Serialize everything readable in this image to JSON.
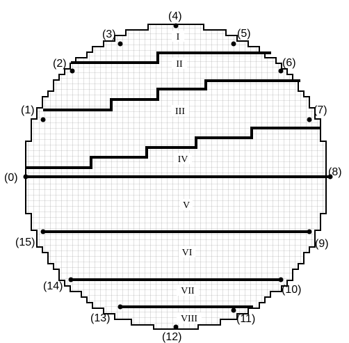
{
  "diagram": {
    "points": [
      {
        "id": "point-0",
        "label": "(0)"
      },
      {
        "id": "point-1",
        "label": "(1)"
      },
      {
        "id": "point-2",
        "label": "(2)"
      },
      {
        "id": "point-3",
        "label": "(3)"
      },
      {
        "id": "point-4",
        "label": "(4)"
      },
      {
        "id": "point-5",
        "label": "(5)"
      },
      {
        "id": "point-6",
        "label": "(6)"
      },
      {
        "id": "point-7",
        "label": "(7)"
      },
      {
        "id": "point-8",
        "label": "(8)"
      },
      {
        "id": "point-9",
        "label": "(9)"
      },
      {
        "id": "point-10",
        "label": "(10)"
      },
      {
        "id": "point-11",
        "label": "(11)"
      },
      {
        "id": "point-12",
        "label": "(12)"
      },
      {
        "id": "point-13",
        "label": "(13)"
      },
      {
        "id": "point-14",
        "label": "(14)"
      },
      {
        "id": "point-15",
        "label": "(15)"
      }
    ],
    "regions": [
      {
        "id": "region-1",
        "label": "I"
      },
      {
        "id": "region-2",
        "label": "II"
      },
      {
        "id": "region-3",
        "label": "III"
      },
      {
        "id": "region-4",
        "label": "IV"
      },
      {
        "id": "region-5",
        "label": "V"
      },
      {
        "id": "region-6",
        "label": "VI"
      },
      {
        "id": "region-7",
        "label": "VII"
      },
      {
        "id": "region-8",
        "label": "VIII"
      }
    ]
  }
}
